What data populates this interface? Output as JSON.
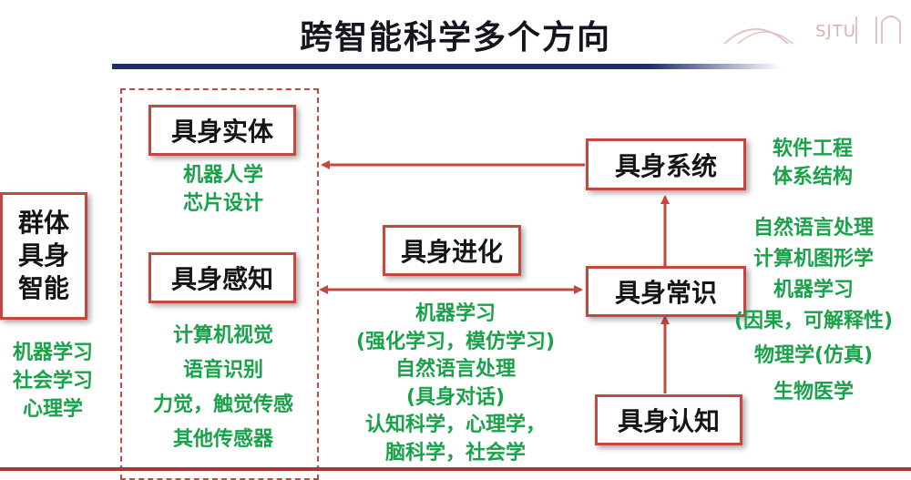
{
  "title": "跨智能科学多个方向",
  "logo": {
    "text": "SJTU"
  },
  "boxes": {
    "group": [
      "群体",
      "具身",
      "智能"
    ],
    "entity": "具身实体",
    "perception": "具身感知",
    "evolution": "具身进化",
    "system": "具身系统",
    "common_sense": "具身常识",
    "cognition": "具身认知"
  },
  "texts": {
    "group": [
      "机器学习",
      "社会学习",
      "心理学"
    ],
    "entity": [
      "机器人学",
      "芯片设计"
    ],
    "perception": [
      "计算机视觉",
      "语音识别",
      "力觉，触觉传感",
      "其他传感器"
    ],
    "evolution": [
      "机器学习",
      "(强化学习，模仿学习)",
      "自然语言处理",
      "(具身对话)",
      "认知科学，心理学，",
      "脑科学，社会学"
    ],
    "system": [
      "软件工程",
      "体系结构"
    ],
    "common_sense": [
      "自然语言处理",
      "计算机图形学",
      "机器学习",
      "(因果，可解释性)",
      "物理学(仿真)",
      "生物医学"
    ]
  },
  "colors": {
    "box_border": "#c4483f",
    "arrow": "#c4483f",
    "green_text": "#19a24a",
    "title_bar": "#1d2e6e"
  }
}
